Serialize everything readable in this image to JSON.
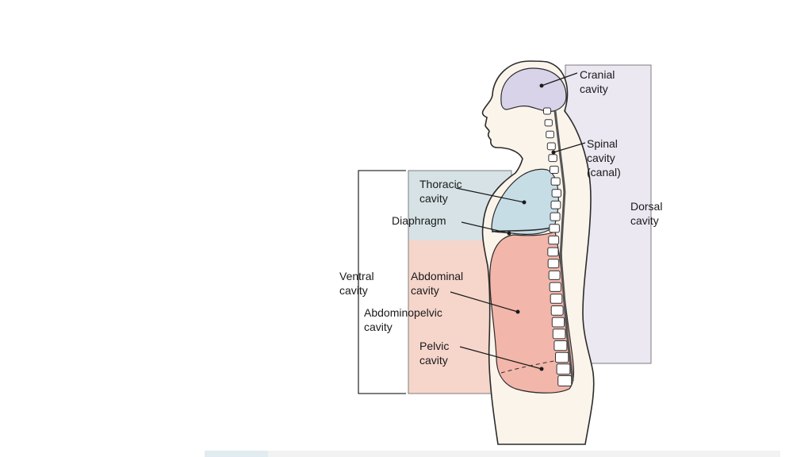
{
  "colors": {
    "dorsal_region": "#ebe8f2",
    "thoracic_region": "#d6e2e6",
    "abdominopelvic_region": "#f6d5cb",
    "cranial_fill": "#d9d3e9",
    "lung_fill": "#c7dde6",
    "abdomen_fill": "#f2b6aa",
    "body_fill": "#fbf4ea",
    "outline": "#2b2b2b",
    "spine_fill": "#ffffff"
  },
  "labels": {
    "cranial": [
      "Cranial",
      "cavity"
    ],
    "spinal": [
      "Spinal",
      "cavity",
      "(canal)"
    ],
    "dorsal": [
      "Dorsal",
      "cavity"
    ],
    "thoracic": [
      "Thoracic",
      "cavity"
    ],
    "diaphragm": [
      "Diaphragm"
    ],
    "ventral": [
      "Ventral",
      "cavity"
    ],
    "abdominal": [
      "Abdominal",
      "cavity"
    ],
    "abdominopelvic": [
      "Abdominopelvic",
      "cavity"
    ],
    "pelvic": [
      "Pelvic",
      "cavity"
    ]
  }
}
